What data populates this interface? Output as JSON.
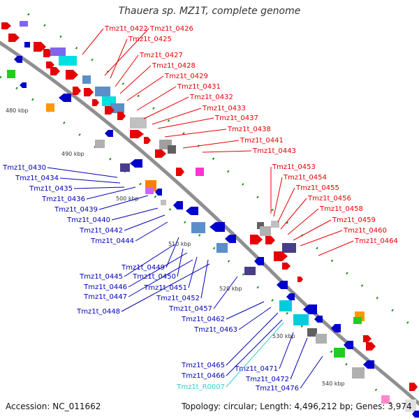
{
  "title": "Thauera sp. MZ1T, complete genome",
  "footer": {
    "accession": "Accession: NC_011662",
    "summary": "Topology: circular; Length: 4,496,212 bp; Genes: 3,974"
  },
  "colors": {
    "forward_label": "#e60000",
    "reverse_label": "#0000b4",
    "rna_label": "#33cccc",
    "backbone": "#8f8f8f"
  },
  "ticks": [
    "480 kbp",
    "490 kbp",
    "500 kbp",
    "510 kbp",
    "520 kbp",
    "530 kbp",
    "540 kbp"
  ],
  "forward_labels": [
    "Tmz1t_0422",
    "Tmz1t_0426",
    "Tmz1t_0425",
    "Tmz1t_0427",
    "Tmz1t_0428",
    "Tmz1t_0429",
    "Tmz1t_0431",
    "Tmz1t_0432",
    "Tmz1t_0433",
    "Tmz1t_0437",
    "Tmz1t_0438",
    "Tmz1t_0441",
    "Tmz1t_0443",
    "Tmz1t_0453",
    "Tmz1t_0454",
    "Tmz1t_0455",
    "Tmz1t_0456",
    "Tmz1t_0458",
    "Tmz1t_0459",
    "Tmz1t_0460",
    "Tmz1t_0464"
  ],
  "reverse_labels": [
    "Tmz1t_0430",
    "Tmz1t_0434",
    "Tmz1t_0435",
    "Tmz1t_0436",
    "Tmz1t_0439",
    "Tmz1t_0440",
    "Tmz1t_0442",
    "Tmz1t_0444",
    "Tmz1t_0449",
    "Tmz1t_0445",
    "Tmz1t_0450",
    "Tmz1t_0446",
    "Tmz1t_0451",
    "Tmz1t_0447",
    "Tmz1t_0452",
    "Tmz1t_0448",
    "Tmz1t_0457",
    "Tmz1t_0462",
    "Tmz1t_0463",
    "Tmz1t_0465",
    "Tmz1t_0471",
    "Tmz1t_0466",
    "Tmz1t_0472",
    "Tmz1t_0476"
  ],
  "rna_labels": [
    "Tmz1t_R0007"
  ]
}
